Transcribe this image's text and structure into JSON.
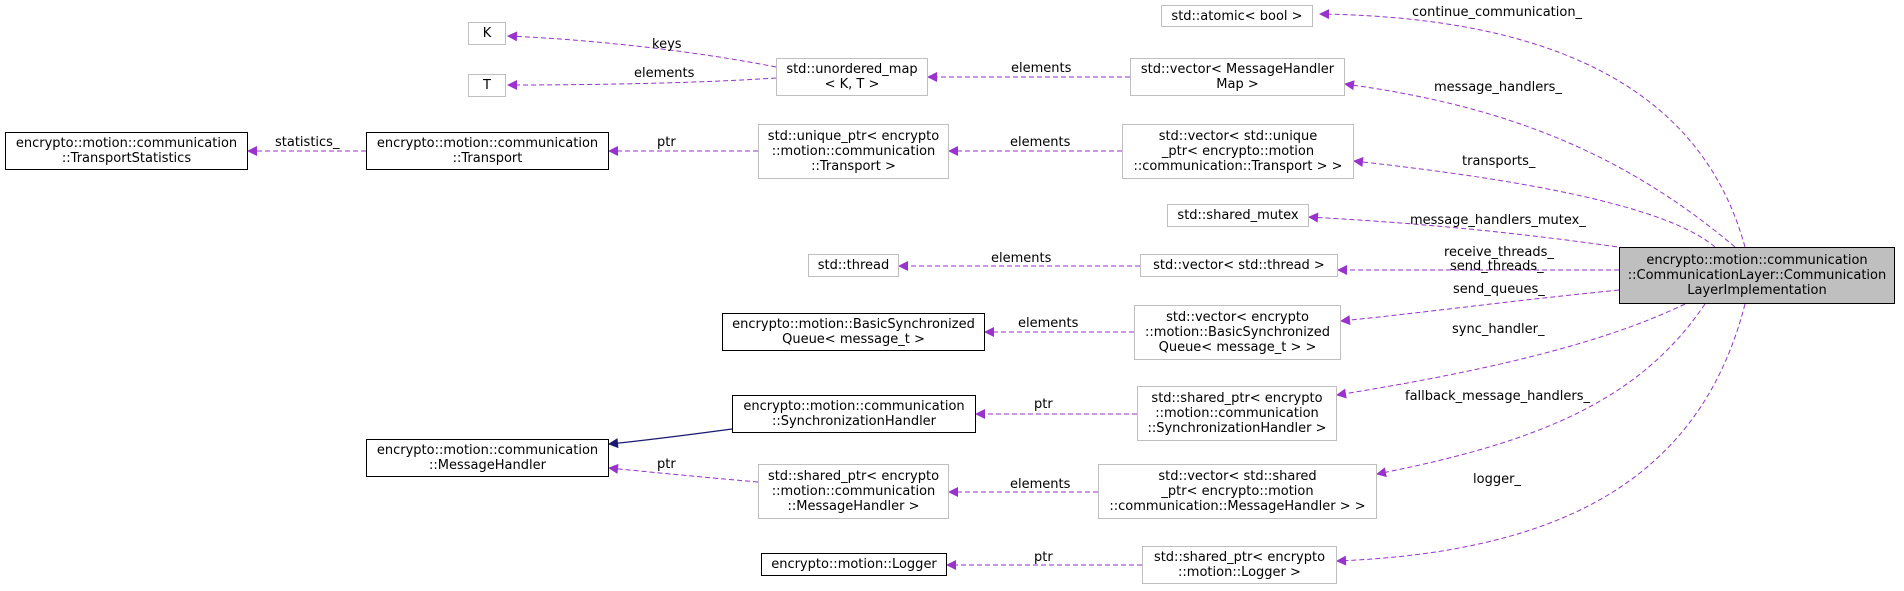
{
  "colors": {
    "member_edge": "#9a32cd",
    "inherit_edge": "#191970",
    "external_border": "#bfbfbf",
    "root_fill": "#bfbfbf"
  },
  "nodes": {
    "root": "encrypto::motion::communication\n::CommunicationLayer::Communication\nLayerImplementation",
    "atomic_bool": "std::atomic< bool >",
    "K": "K",
    "T": "T",
    "unordered_map": "std::unordered_map\n< K, T >",
    "vec_msg_handler_map": "std::vector< MessageHandler\nMap >",
    "transport_statistics": "encrypto::motion::communication\n::TransportStatistics",
    "transport": "encrypto::motion::communication\n::Transport",
    "unique_ptr_transport": "std::unique_ptr< encrypto\n::motion::communication\n::Transport >",
    "vec_unique_ptr_transport": "std::vector< std::unique\n_ptr< encrypto::motion\n::communication::Transport > >",
    "shared_mutex": "std::shared_mutex",
    "thread": "std::thread",
    "vec_thread": "std::vector< std::thread >",
    "basic_sync_queue": "encrypto::motion::BasicSynchronized\nQueue< message_t >",
    "vec_basic_sync_queue": "std::vector< encrypto\n::motion::BasicSynchronized\nQueue< message_t > >",
    "sync_handler": "encrypto::motion::communication\n::SynchronizationHandler",
    "shared_ptr_sync_handler": "std::shared_ptr< encrypto\n::motion::communication\n::SynchronizationHandler >",
    "message_handler": "encrypto::motion::communication\n::MessageHandler",
    "shared_ptr_msg_handler": "std::shared_ptr< encrypto\n::motion::communication\n::MessageHandler >",
    "vec_shared_ptr_msg_handler": "std::vector< std::shared\n_ptr< encrypto::motion\n::communication::MessageHandler > >",
    "logger": "encrypto::motion::Logger",
    "shared_ptr_logger": "std::shared_ptr< encrypto\n::motion::Logger >"
  },
  "edge_labels": {
    "continue_communication": "continue_communication_",
    "message_handlers": "message_handlers_",
    "transports": "transports_",
    "message_handlers_mutex": "message_handlers_mutex_",
    "receive_threads": "receive_threads_",
    "send_threads": "send_threads_",
    "send_queues": "send_queues_",
    "sync_handler": "sync_handler_",
    "fallback_message_handlers": "fallback_message_handlers_",
    "logger": "logger_",
    "keys": "keys",
    "elements": "elements",
    "statistics": "statistics_",
    "ptr": "ptr"
  }
}
